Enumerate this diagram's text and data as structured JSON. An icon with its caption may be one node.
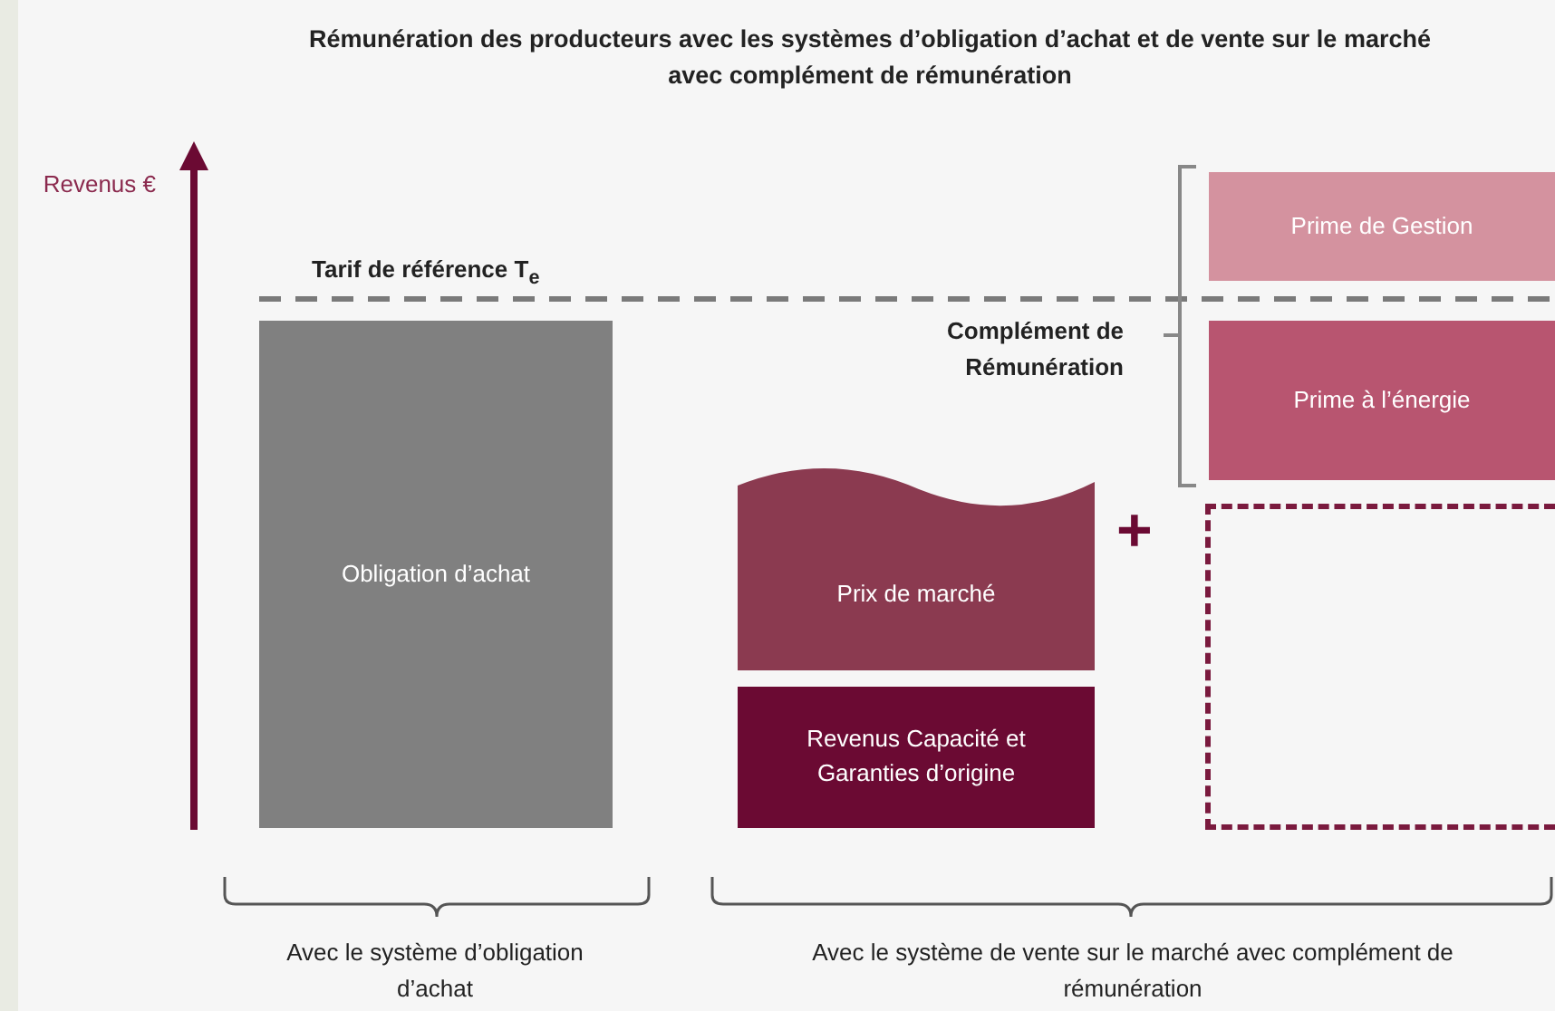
{
  "diagram": {
    "title": "Rémunération des producteurs avec les systèmes d’obligation d’achat et de vente sur le marché avec complément de rémunération",
    "nodes": [
      {
        "text": [
          "Obligation d’achat"
        ]
      },
      {
        "text": [
          "Prix de marché"
        ]
      },
      {
        "text": [
          "Revenus Capacité et Garanties d’origine"
        ]
      },
      {
        "text": [
          "Prime de Gestion"
        ]
      },
      {
        "text": [
          "Prime à l’énergie"
        ]
      },
      {
        "text": [],
        "shape": "box"
      }
    ],
    "labels": [
      "Revenus €",
      "Tarif de référence T$_{e}$",
      "Complément de Rémunération",
      "+",
      "Avec le système d’obligation d’achat",
      "Avec le système de vente sur le marché avec complément de rémunération"
    ]
  }
}
